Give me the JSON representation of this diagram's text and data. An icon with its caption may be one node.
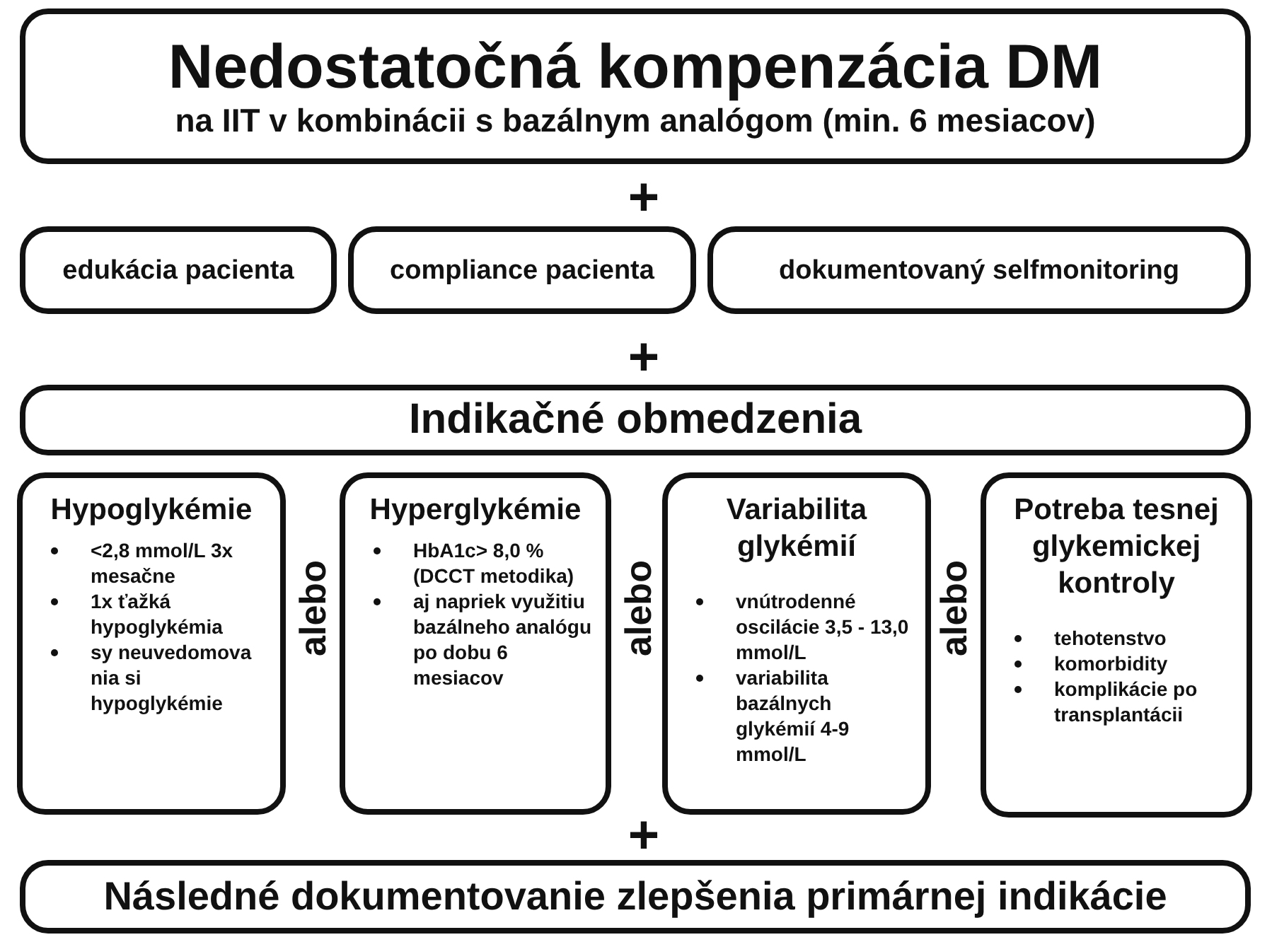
{
  "diagram": {
    "nodes": [
      {
        "text": [
          "Nedostatočná kompenzácia DM",
          "na IIT v kombinácii s bazálnym analógom (min. 6 mesiacov)"
        ]
      },
      {
        "text": [
          "edukácia pacienta"
        ]
      },
      {
        "text": [
          "compliance pacienta"
        ]
      },
      {
        "text": [
          "dokumentovaný selfmonitoring"
        ]
      },
      {
        "text": [
          "Indikačné obmedzenia"
        ]
      },
      {
        "text": [
          "Hypoglykémie",
          "<2,8 mmol/L 3x mesačne",
          "1x ťažká hypoglykémia",
          "sy neuvedomova nia si hypoglykémie"
        ]
      },
      {
        "text": [
          "Hyperglykémie",
          "HbA1c> 8,0 % (DCCT metodika)",
          "aj napriek využitiu bazálneho analógu po dobu 6 mesiacov"
        ]
      },
      {
        "text": [
          "Variabilita glykémií",
          "vnútrodenné oscilácie 3,5 - 13,0 mmol/L",
          "variabilita bazálnych glykémií 4-9 mmol/L"
        ]
      },
      {
        "text": [
          "Potreba tesnej glykemickej kontroly",
          "tehotenstvo",
          "komorbidity",
          "komplikácie po transplantácii"
        ]
      },
      {
        "text": [
          "Následné dokumentovanie zlepšenia primárnej indikácie"
        ]
      }
    ],
    "labels": [
      "+",
      "+",
      "alebo",
      "alebo",
      "alebo",
      "+"
    ]
  }
}
